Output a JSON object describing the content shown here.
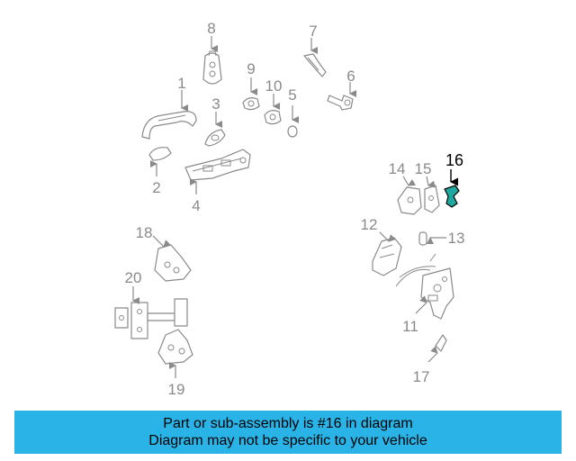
{
  "diagram": {
    "callouts": [
      "1",
      "2",
      "3",
      "4",
      "5",
      "6",
      "7",
      "8",
      "9",
      "10",
      "11",
      "12",
      "13",
      "14",
      "15",
      "16",
      "17",
      "18",
      "19",
      "20"
    ],
    "highlighted": "16",
    "highlight_color": "#1ea8a0",
    "line_color": "#8a8a8a"
  },
  "banner": {
    "line1": "Part or sub-assembly is #16 in diagram",
    "line2": "Diagram may not be specific to your vehicle",
    "background": "#29b3e6"
  }
}
